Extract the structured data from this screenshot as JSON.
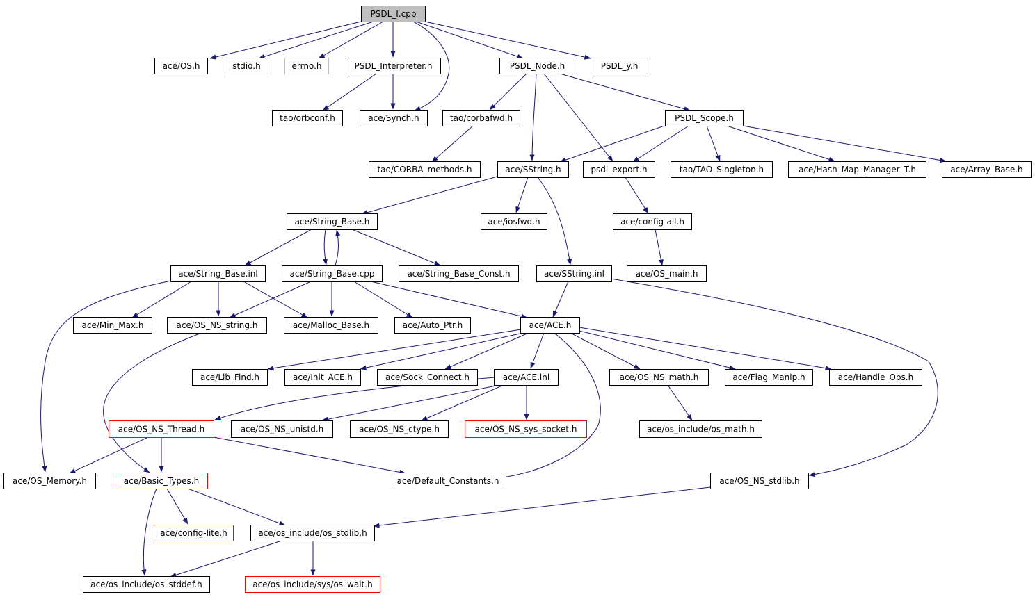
{
  "nodes": [
    {
      "id": "psdl_i_cpp",
      "label": "PSDL_I.cpp",
      "style": "root"
    },
    {
      "id": "ace_os_h",
      "label": "ace/OS.h",
      "style": "normal"
    },
    {
      "id": "stdio_h",
      "label": "stdio.h",
      "style": "external"
    },
    {
      "id": "errno_h",
      "label": "errno.h",
      "style": "external"
    },
    {
      "id": "psdl_interpreter_h",
      "label": "PSDL_Interpreter.h",
      "style": "normal"
    },
    {
      "id": "psdl_node_h",
      "label": "PSDL_Node.h",
      "style": "normal"
    },
    {
      "id": "psdl_y_h",
      "label": "PSDL_y.h",
      "style": "normal"
    },
    {
      "id": "tao_orbconf_h",
      "label": "tao/orbconf.h",
      "style": "normal"
    },
    {
      "id": "ace_synch_h",
      "label": "ace/Synch.h",
      "style": "normal"
    },
    {
      "id": "tao_corbafwd_h",
      "label": "tao/corbafwd.h",
      "style": "normal"
    },
    {
      "id": "psdl_scope_h",
      "label": "PSDL_Scope.h",
      "style": "normal"
    },
    {
      "id": "tao_corba_methods_h",
      "label": "tao/CORBA_methods.h",
      "style": "normal"
    },
    {
      "id": "ace_sstring_h",
      "label": "ace/SString.h",
      "style": "normal"
    },
    {
      "id": "psdl_export_h",
      "label": "psdl_export.h",
      "style": "normal"
    },
    {
      "id": "tao_tao_singleton_h",
      "label": "tao/TAO_Singleton.h",
      "style": "normal"
    },
    {
      "id": "ace_hash_map_manager_t_h",
      "label": "ace/Hash_Map_Manager_T.h",
      "style": "normal"
    },
    {
      "id": "ace_array_base_h",
      "label": "ace/Array_Base.h",
      "style": "normal"
    },
    {
      "id": "ace_string_base_h",
      "label": "ace/String_Base.h",
      "style": "normal"
    },
    {
      "id": "ace_iosfwd_h",
      "label": "ace/iosfwd.h",
      "style": "normal"
    },
    {
      "id": "ace_config_all_h",
      "label": "ace/config-all.h",
      "style": "normal"
    },
    {
      "id": "ace_string_base_inl",
      "label": "ace/String_Base.inl",
      "style": "normal"
    },
    {
      "id": "ace_string_base_cpp",
      "label": "ace/String_Base.cpp",
      "style": "normal"
    },
    {
      "id": "ace_string_base_const_h",
      "label": "ace/String_Base_Const.h",
      "style": "normal"
    },
    {
      "id": "ace_sstring_inl",
      "label": "ace/SString.inl",
      "style": "normal"
    },
    {
      "id": "ace_os_main_h",
      "label": "ace/OS_main.h",
      "style": "normal"
    },
    {
      "id": "ace_min_max_h",
      "label": "ace/Min_Max.h",
      "style": "normal"
    },
    {
      "id": "ace_os_ns_string_h",
      "label": "ace/OS_NS_string.h",
      "style": "normal"
    },
    {
      "id": "ace_malloc_base_h",
      "label": "ace/Malloc_Base.h",
      "style": "normal"
    },
    {
      "id": "ace_auto_ptr_h",
      "label": "ace/Auto_Ptr.h",
      "style": "normal"
    },
    {
      "id": "ace_ace_h",
      "label": "ace/ACE.h",
      "style": "normal"
    },
    {
      "id": "ace_lib_find_h",
      "label": "ace/Lib_Find.h",
      "style": "normal"
    },
    {
      "id": "ace_init_ace_h",
      "label": "ace/Init_ACE.h",
      "style": "normal"
    },
    {
      "id": "ace_sock_connect_h",
      "label": "ace/Sock_Connect.h",
      "style": "normal"
    },
    {
      "id": "ace_ace_inl",
      "label": "ace/ACE.inl",
      "style": "normal"
    },
    {
      "id": "ace_os_ns_math_h",
      "label": "ace/OS_NS_math.h",
      "style": "normal"
    },
    {
      "id": "ace_flag_manip_h",
      "label": "ace/Flag_Manip.h",
      "style": "normal"
    },
    {
      "id": "ace_handle_ops_h",
      "label": "ace/Handle_Ops.h",
      "style": "normal"
    },
    {
      "id": "ace_os_ns_thread_h",
      "label": "ace/OS_NS_Thread.h",
      "style": "truncated"
    },
    {
      "id": "ace_os_ns_unistd_h",
      "label": "ace/OS_NS_unistd.h",
      "style": "normal"
    },
    {
      "id": "ace_os_ns_ctype_h",
      "label": "ace/OS_NS_ctype.h",
      "style": "normal"
    },
    {
      "id": "ace_os_ns_sys_socket_h",
      "label": "ace/OS_NS_sys_socket.h",
      "style": "truncated"
    },
    {
      "id": "ace_os_include_os_math_h",
      "label": "ace/os_include/os_math.h",
      "style": "normal"
    },
    {
      "id": "ace_os_memory_h",
      "label": "ace/OS_Memory.h",
      "style": "normal"
    },
    {
      "id": "ace_basic_types_h",
      "label": "ace/Basic_Types.h",
      "style": "truncated"
    },
    {
      "id": "ace_default_constants_h",
      "label": "ace/Default_Constants.h",
      "style": "normal"
    },
    {
      "id": "ace_os_ns_stdlib_h",
      "label": "ace/OS_NS_stdlib.h",
      "style": "normal"
    },
    {
      "id": "ace_config_lite_h",
      "label": "ace/config-lite.h",
      "style": "truncated"
    },
    {
      "id": "ace_os_include_os_stdlib_h",
      "label": "ace/os_include/os_stdlib.h",
      "style": "normal"
    },
    {
      "id": "ace_os_include_os_stddef_h",
      "label": "ace/os_include/os_stddef.h",
      "style": "normal"
    },
    {
      "id": "ace_os_include_sys_os_wait_h",
      "label": "ace/os_include/sys/os_wait.h",
      "style": "truncated"
    }
  ],
  "edges": [
    [
      "psdl_i_cpp",
      "ace_os_h"
    ],
    [
      "psdl_i_cpp",
      "stdio_h"
    ],
    [
      "psdl_i_cpp",
      "errno_h"
    ],
    [
      "psdl_i_cpp",
      "psdl_interpreter_h"
    ],
    [
      "psdl_i_cpp",
      "ace_synch_h"
    ],
    [
      "psdl_i_cpp",
      "psdl_node_h"
    ],
    [
      "psdl_i_cpp",
      "psdl_y_h"
    ],
    [
      "psdl_interpreter_h",
      "tao_orbconf_h"
    ],
    [
      "psdl_interpreter_h",
      "ace_synch_h"
    ],
    [
      "psdl_node_h",
      "tao_corbafwd_h"
    ],
    [
      "psdl_node_h",
      "ace_sstring_h"
    ],
    [
      "psdl_node_h",
      "psdl_export_h"
    ],
    [
      "psdl_node_h",
      "psdl_scope_h"
    ],
    [
      "tao_corbafwd_h",
      "tao_corba_methods_h"
    ],
    [
      "psdl_scope_h",
      "ace_sstring_h"
    ],
    [
      "psdl_scope_h",
      "psdl_export_h"
    ],
    [
      "psdl_scope_h",
      "tao_tao_singleton_h"
    ],
    [
      "psdl_scope_h",
      "ace_hash_map_manager_t_h"
    ],
    [
      "psdl_scope_h",
      "ace_array_base_h"
    ],
    [
      "ace_sstring_h",
      "ace_string_base_h"
    ],
    [
      "ace_sstring_h",
      "ace_iosfwd_h"
    ],
    [
      "ace_sstring_h",
      "ace_sstring_inl"
    ],
    [
      "psdl_export_h",
      "ace_config_all_h"
    ],
    [
      "ace_config_all_h",
      "ace_os_main_h"
    ],
    [
      "ace_string_base_h",
      "ace_string_base_inl"
    ],
    [
      "ace_string_base_h",
      "ace_string_base_cpp"
    ],
    [
      "ace_string_base_h",
      "ace_string_base_const_h"
    ],
    [
      "ace_string_base_cpp",
      "ace_string_base_h"
    ],
    [
      "ace_string_base_inl",
      "ace_os_memory_h"
    ],
    [
      "ace_string_base_inl",
      "ace_min_max_h"
    ],
    [
      "ace_string_base_inl",
      "ace_os_ns_string_h"
    ],
    [
      "ace_string_base_inl",
      "ace_malloc_base_h"
    ],
    [
      "ace_string_base_cpp",
      "ace_os_ns_string_h"
    ],
    [
      "ace_string_base_cpp",
      "ace_malloc_base_h"
    ],
    [
      "ace_string_base_cpp",
      "ace_auto_ptr_h"
    ],
    [
      "ace_string_base_cpp",
      "ace_ace_h"
    ],
    [
      "ace_sstring_inl",
      "ace_ace_h"
    ],
    [
      "ace_sstring_inl",
      "ace_os_ns_stdlib_h"
    ],
    [
      "ace_os_ns_string_h",
      "ace_basic_types_h"
    ],
    [
      "ace_ace_h",
      "ace_lib_find_h"
    ],
    [
      "ace_ace_h",
      "ace_init_ace_h"
    ],
    [
      "ace_ace_h",
      "ace_sock_connect_h"
    ],
    [
      "ace_ace_h",
      "ace_ace_inl"
    ],
    [
      "ace_ace_h",
      "ace_os_ns_math_h"
    ],
    [
      "ace_ace_h",
      "ace_flag_manip_h"
    ],
    [
      "ace_ace_h",
      "ace_handle_ops_h"
    ],
    [
      "ace_ace_h",
      "ace_default_constants_h"
    ],
    [
      "ace_ace_inl",
      "ace_os_ns_thread_h"
    ],
    [
      "ace_ace_inl",
      "ace_os_ns_unistd_h"
    ],
    [
      "ace_ace_inl",
      "ace_os_ns_ctype_h"
    ],
    [
      "ace_ace_inl",
      "ace_os_ns_sys_socket_h"
    ],
    [
      "ace_os_ns_math_h",
      "ace_os_include_os_math_h"
    ],
    [
      "ace_os_ns_thread_h",
      "ace_os_memory_h"
    ],
    [
      "ace_os_ns_thread_h",
      "ace_basic_types_h"
    ],
    [
      "ace_os_ns_thread_h",
      "ace_default_constants_h"
    ],
    [
      "ace_os_ns_stdlib_h",
      "ace_os_include_os_stdlib_h"
    ],
    [
      "ace_basic_types_h",
      "ace_config_lite_h"
    ],
    [
      "ace_basic_types_h",
      "ace_os_include_os_stdlib_h"
    ],
    [
      "ace_basic_types_h",
      "ace_os_include_os_stddef_h"
    ],
    [
      "ace_os_include_os_stdlib_h",
      "ace_os_include_os_stddef_h"
    ],
    [
      "ace_os_include_os_stdlib_h",
      "ace_os_include_sys_os_wait_h"
    ]
  ],
  "colors": {
    "edge": "#191970",
    "root_fill": "#bfbfbf",
    "normal_border": "#000000",
    "external_border": "#bfbfbf",
    "truncated_border": "#ff0000",
    "text": "#000000"
  }
}
